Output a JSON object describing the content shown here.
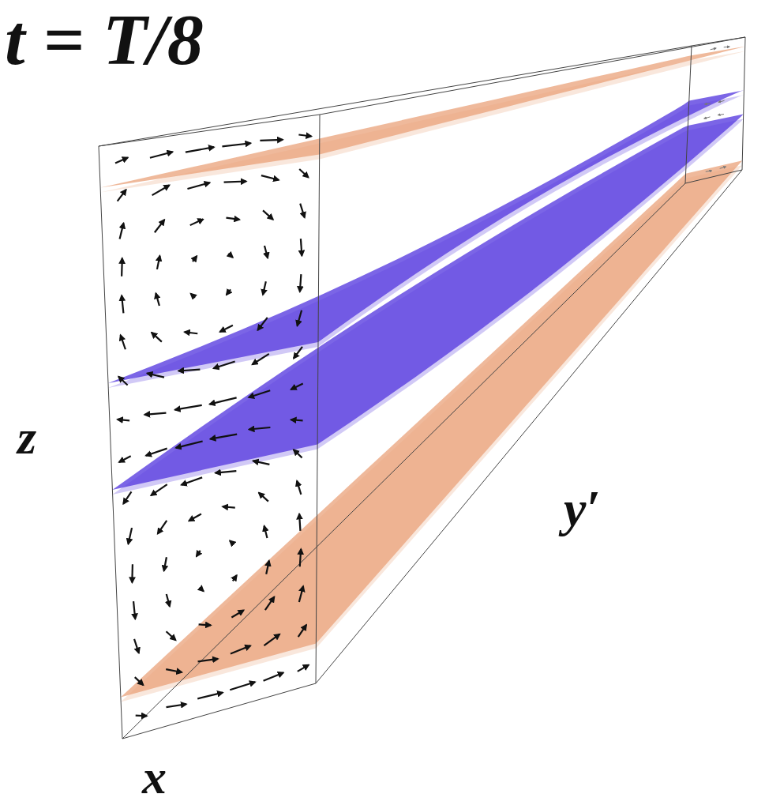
{
  "diagram": {
    "labels": [
      "t = T/8",
      "z",
      "y′",
      "x"
    ]
  }
}
